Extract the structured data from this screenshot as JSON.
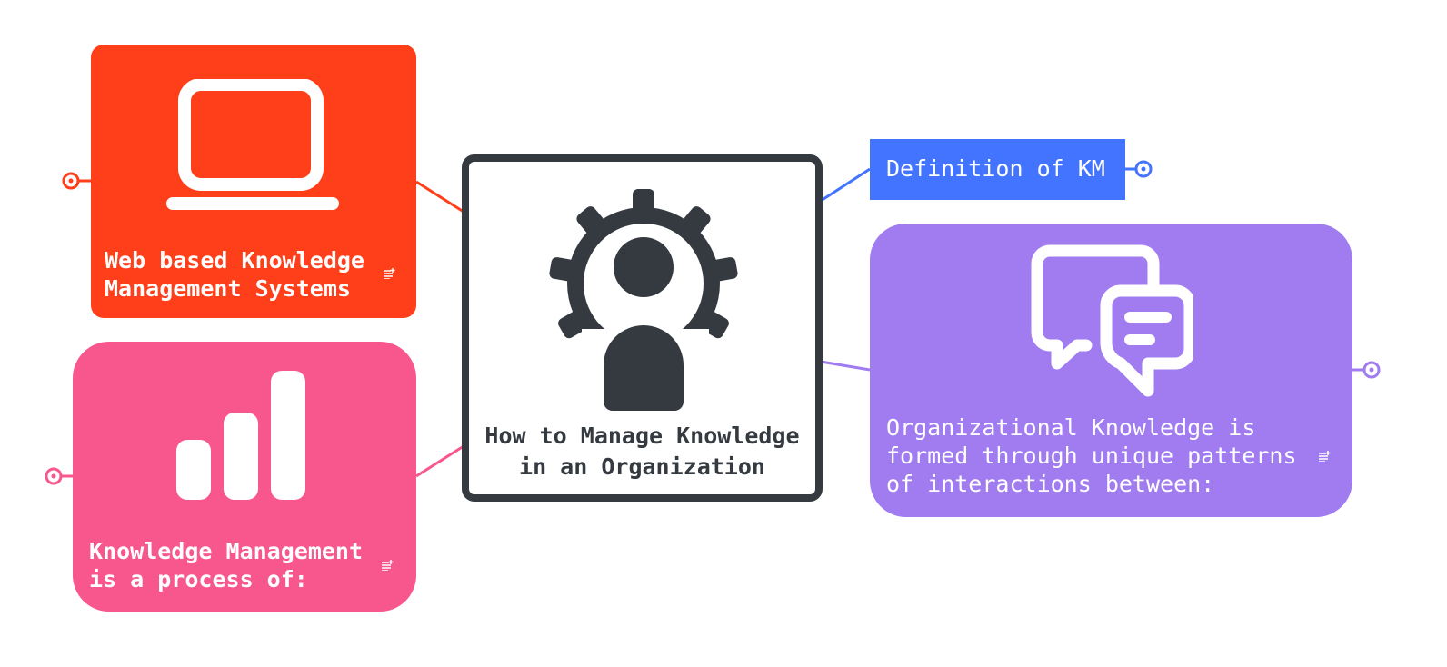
{
  "colors": {
    "orange": "#FF3F1A",
    "pink": "#F7578C",
    "purple": "#A07CF0",
    "blue": "#4374FF",
    "dark": "#353A40"
  },
  "central": {
    "title_line1": "How to Manage Knowledge",
    "title_line2": "in an Organization",
    "icon": "gear-person-icon"
  },
  "nodes": [
    {
      "line1": "Web based Knowledge",
      "line2": "Management Systems",
      "icon": "laptop-icon"
    },
    {
      "line1": "Knowledge Management",
      "line2": "is a process of:",
      "icon": "bar-chart-icon"
    },
    {
      "line1": "Definition of KM"
    },
    {
      "line1": "Organizational Knowledge is",
      "line2": "formed through unique patterns",
      "line3": "of interactions between:",
      "icon": "chat-bubbles-icon"
    }
  ]
}
